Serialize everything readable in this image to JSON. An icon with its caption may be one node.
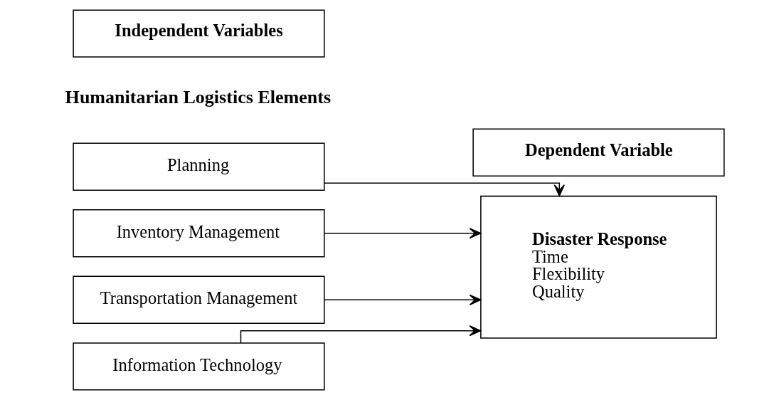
{
  "diagram": {
    "nodes": [
      {
        "text": [
          "Independent Variables"
        ]
      },
      {
        "text": [
          "Dependent Variable"
        ]
      },
      {
        "text": [
          "Planning"
        ]
      },
      {
        "text": [
          "Inventory Management"
        ]
      },
      {
        "text": [
          "Transportation Management"
        ]
      },
      {
        "text": [
          "Information Technology"
        ]
      },
      {
        "text": [
          "Disaster Response",
          "Time",
          "Flexibility",
          "Quality"
        ]
      }
    ],
    "edges": [
      {
        "from": 2,
        "to": 6,
        "arrow": "to"
      },
      {
        "from": 3,
        "to": 6,
        "arrow": "to"
      },
      {
        "from": 4,
        "to": 6,
        "arrow": "to"
      },
      {
        "from": 5,
        "to": 6,
        "arrow": "to"
      }
    ],
    "labels": [
      "Humanitarian Logistics Elements"
    ]
  }
}
